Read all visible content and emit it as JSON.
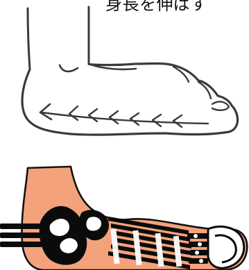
{
  "caption": {
    "text": "身長を伸ばす"
  },
  "colors": {
    "background": "#ffffff",
    "line": "#3a3a3a",
    "skin": "#f4a27c",
    "bone_black": "#0b0b0b",
    "bone_white": "#ffffff"
  },
  "images": {
    "top_illustration": "foot-outline-with-arrows-sketch",
    "bottom_illustration": "foot-xray-bones-sketch"
  }
}
